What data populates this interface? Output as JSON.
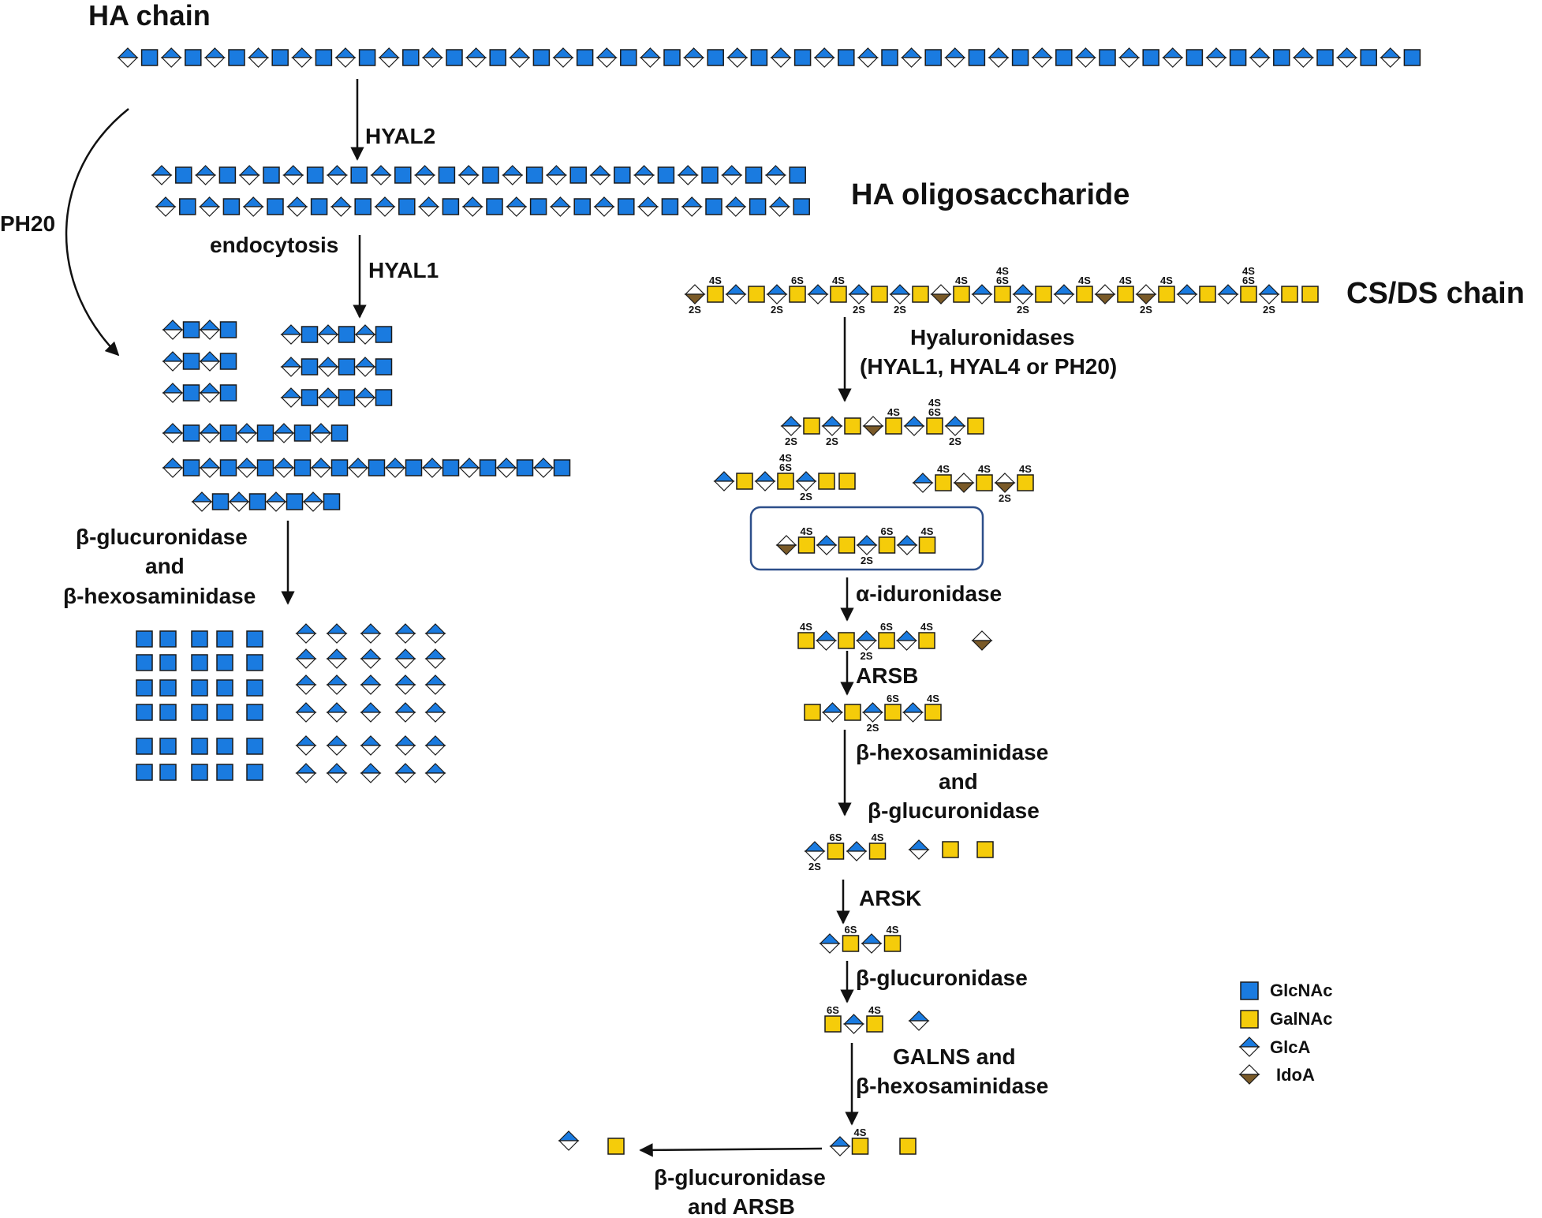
{
  "colors": {
    "glcnac": "#1a7be0",
    "galnac": "#f5cc0a",
    "glca": "#1a7be0",
    "idoa": "#7a5a28",
    "stroke": "#1a1a1a",
    "box": "#2d4f8a"
  },
  "labels": {
    "ha_chain": "HA chain",
    "hyal2": "HYAL2",
    "ha_oligo": "HA oligosaccharide",
    "ph20": "PH20",
    "endocytosis": "endocytosis",
    "hyal1": "HYAL1",
    "beta_gluc_1": "β-glucuronidase",
    "and_1": "and",
    "beta_hex_1": "β-hexosaminidase",
    "csds_chain": "CS/DS chain",
    "hyaluronidases": "Hyaluronidases",
    "hyaluronidases_sub": "(HYAL1, HYAL4 or PH20)",
    "alpha_idur": "α-iduronidase",
    "arsb": "ARSB",
    "beta_hex_2": "β-hexosaminidase",
    "and_2": "and",
    "beta_gluc_2": "β-glucuronidase",
    "arsk": "ARSK",
    "beta_gluc_3": "β-glucuronidase",
    "galns_and": "GALNS and",
    "beta_hex_3": "β-hexosaminidase",
    "beta_gluc_arsb_1": "β-glucuronidase",
    "beta_gluc_arsb_2": "and ARSB"
  },
  "legend": [
    {
      "symbol": "glcnac",
      "label": "GlcNAc"
    },
    {
      "symbol": "galnac",
      "label": "GalNAc"
    },
    {
      "symbol": "glca",
      "label": "GlcA"
    },
    {
      "symbol": "idoa",
      "label": "IdoA"
    }
  ],
  "sulfation": {
    "s4": "4S",
    "s6": "6S",
    "s2": "2S"
  }
}
